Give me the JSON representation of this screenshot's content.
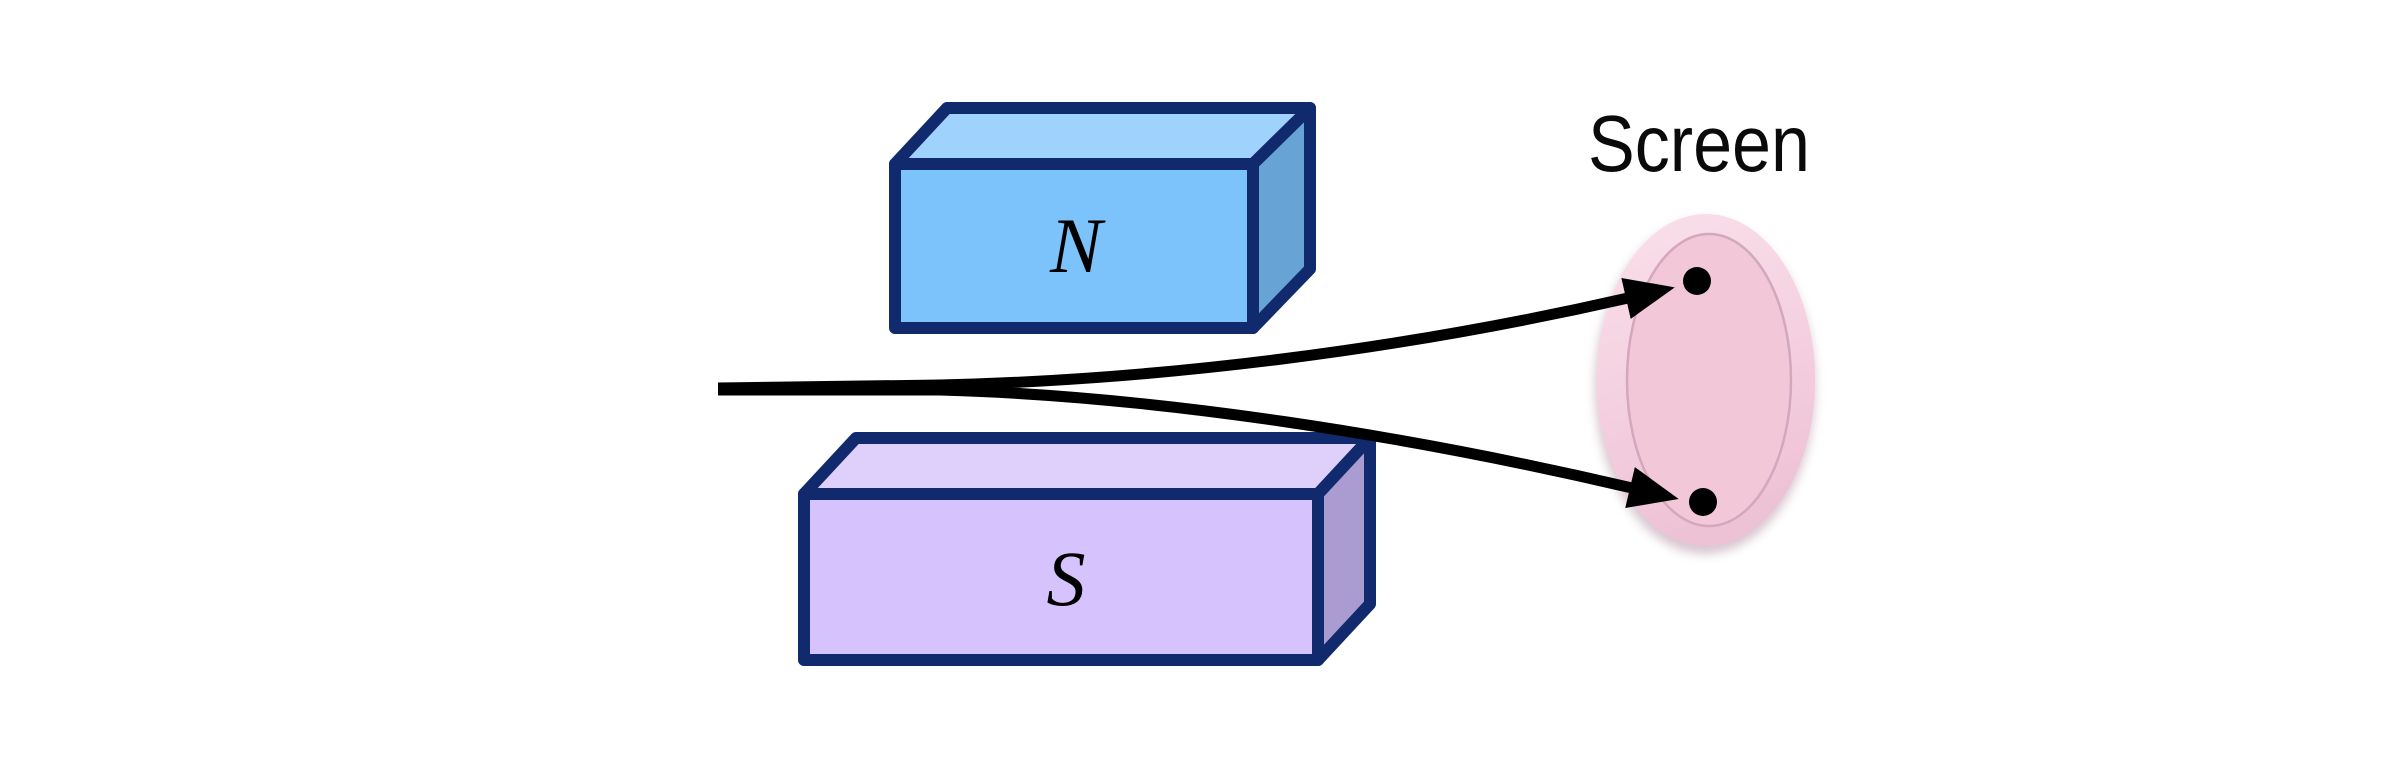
{
  "diagram": {
    "labels": {
      "north_magnet": "N",
      "south_magnet": "S",
      "screen": "Screen"
    },
    "screen": {
      "impact_dot_count": 2
    },
    "beam": {
      "branch_count": 2
    },
    "colors": {
      "background": "#ffffff",
      "outline": "#112a6d",
      "north_front": "#7cc3fb",
      "north_top": "#9fd3fd",
      "north_side": "#67a4d5",
      "south_front": "#d6c2fd",
      "south_top": "#ded0fa",
      "south_side": "#aa9bd0",
      "beam": "#000000",
      "screen_rim": "#f5d2e1",
      "screen_face": "#f2c8d9",
      "screen_shadow": "#b897a6",
      "impact_dot": "#000000",
      "label_text": "#000000"
    }
  }
}
